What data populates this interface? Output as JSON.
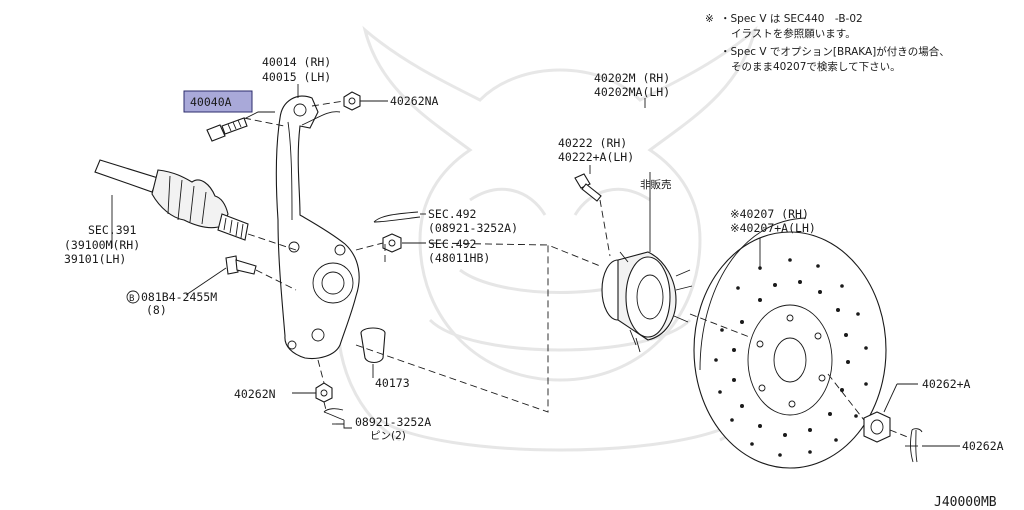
{
  "notes": {
    "mark": "※",
    "line1": "・Spec V は SEC440　-B-02",
    "line2": "イラストを参照願います。",
    "line3": "・Spec V でオプション[BRAKA]が付きの場合、",
    "line4": "そのまま40207で検索して下さい。"
  },
  "labels": {
    "knuckle_rh": "40014 (RH)",
    "knuckle_lh": "40015 (LH)",
    "selected_part": "40040A",
    "nut_top": "40262NA",
    "hub_rh": "40202M  (RH)",
    "hub_lh": "40202MA(LH)",
    "hubbolt_rh": "40222    (RH)",
    "hubbolt_lh": "40222+A(LH)",
    "not_sold": "非販売",
    "sec492_a": "SEC.492",
    "sec492_a_sub": "(08921-3252A)",
    "sec492_b": "SEC.492",
    "sec492_b_sub": "(48011HB)",
    "sec391": "SEC.391",
    "sec391_rh": "(39100M(RH)",
    "sec391_lh": " 39101(LH)",
    "bolt_b": "081B4-2455M",
    "bolt_b_qty": "(8)",
    "bolt_b_mark": "B",
    "rotor_rh": "※40207    (RH)",
    "rotor_lh": "※40207+A(LH)",
    "nut_right": "40262+A",
    "cotter_right": "40262A",
    "nut_bottom": "40262N",
    "bushing": "40173",
    "pin_code": "08921-3252A",
    "pin_qty": "ピン(2)",
    "diagram_id": "J40000MB"
  },
  "colors": {
    "highlight": "#a9a9d9",
    "ink": "#1a1a1a",
    "watermark": "#e4e4e4"
  }
}
